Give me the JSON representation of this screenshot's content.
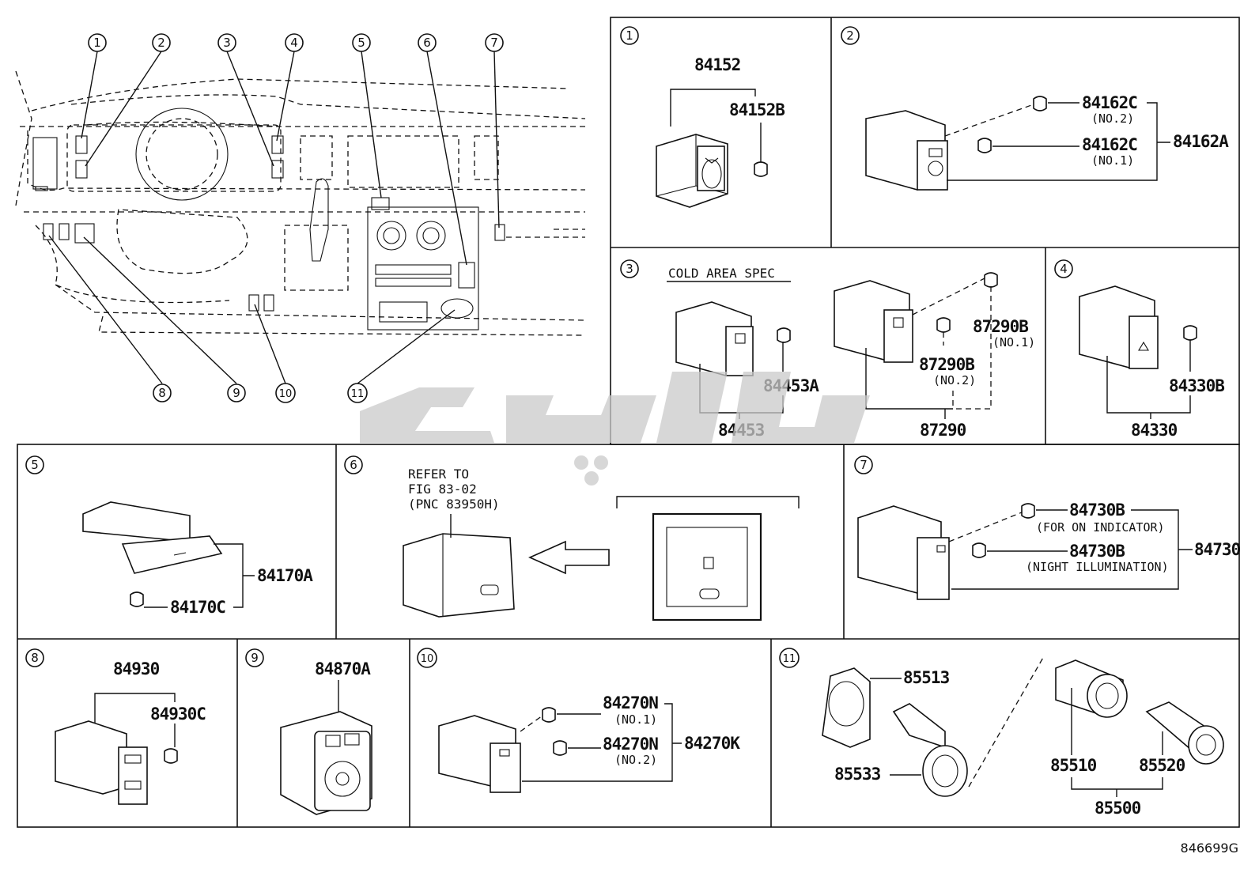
{
  "overview": {
    "callouts": [
      "1",
      "2",
      "3",
      "4",
      "5",
      "6",
      "7",
      "8",
      "9",
      "10",
      "11"
    ]
  },
  "panels": {
    "p1": {
      "num": "1",
      "parts": [
        "84152",
        "84152B"
      ]
    },
    "p2": {
      "num": "2",
      "parts": [
        "84162C",
        "(NO.2)",
        "84162C",
        "(NO.1)",
        "84162A"
      ]
    },
    "p3": {
      "num": "3",
      "note": "COLD AREA SPEC",
      "parts": [
        "84453A",
        "84453",
        "87290B",
        "(NO.1)",
        "87290B",
        "(NO.2)",
        "87290"
      ]
    },
    "p4": {
      "num": "4",
      "parts": [
        "84330B",
        "84330"
      ]
    },
    "p5": {
      "num": "5",
      "parts": [
        "84170A",
        "84170C"
      ]
    },
    "p6": {
      "num": "6",
      "refer": [
        "REFER TO",
        "FIG 83-02",
        "(PNC 83950H)"
      ]
    },
    "p7": {
      "num": "7",
      "parts": [
        "84730B",
        "(FOR ON INDICATOR)",
        "84730B",
        "(NIGHT ILLUMINATION)",
        "84730"
      ]
    },
    "p8": {
      "num": "8",
      "parts": [
        "84930",
        "84930C"
      ]
    },
    "p9": {
      "num": "9",
      "parts": [
        "84870A"
      ]
    },
    "p10": {
      "num": "10",
      "parts": [
        "84270N",
        "(NO.1)",
        "84270N",
        "(NO.2)",
        "84270K"
      ]
    },
    "p11": {
      "num": "11",
      "parts": [
        "85513",
        "85533",
        "85510",
        "85520",
        "85500"
      ]
    }
  },
  "figure_id": "846699G"
}
